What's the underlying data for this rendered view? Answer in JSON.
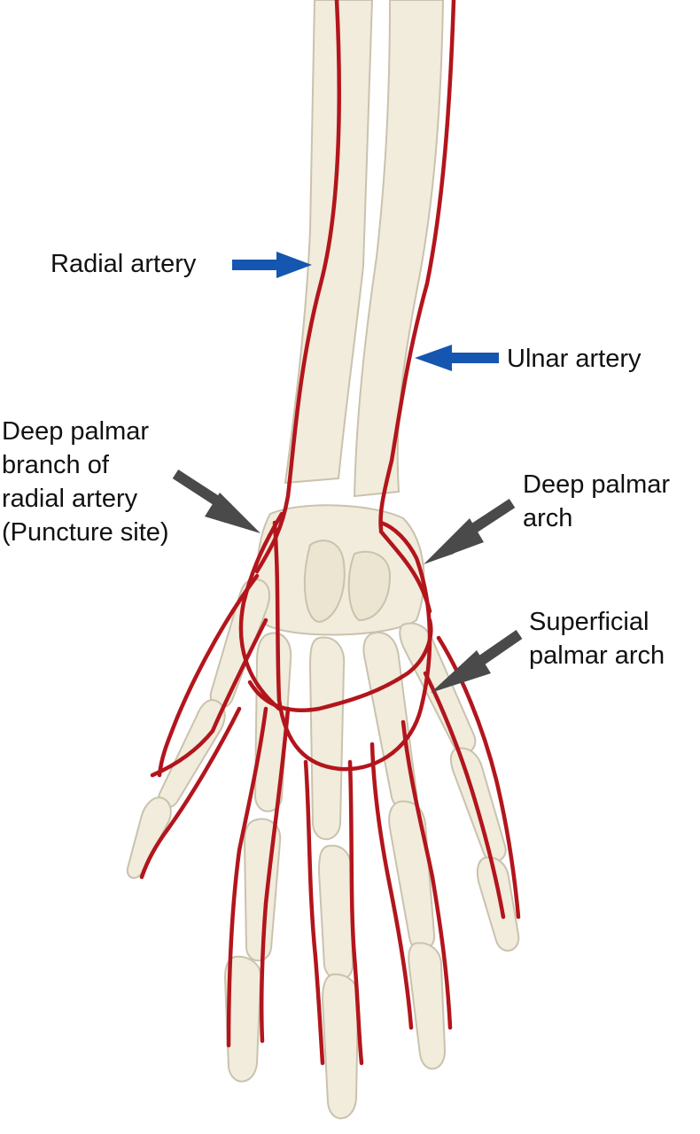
{
  "colors": {
    "artery": "#b3151c",
    "bone": "#f1ecdc",
    "bone_outline": "#c9c2ad",
    "callout_blue": "#1456b0",
    "callout_gray": "#4a4a4a"
  },
  "labels": {
    "radial_artery": "Radial artery",
    "ulnar_artery": "Ulnar artery",
    "deep_branch": {
      "line1": "Deep palmar",
      "line2": "branch of",
      "line3": "radial artery",
      "line4": "(Puncture site)"
    },
    "deep_arch": {
      "line1": "Deep palmar",
      "line2": "arch"
    },
    "superficial_arch": {
      "line1": "Superficial",
      "line2": "palmar arch"
    }
  }
}
